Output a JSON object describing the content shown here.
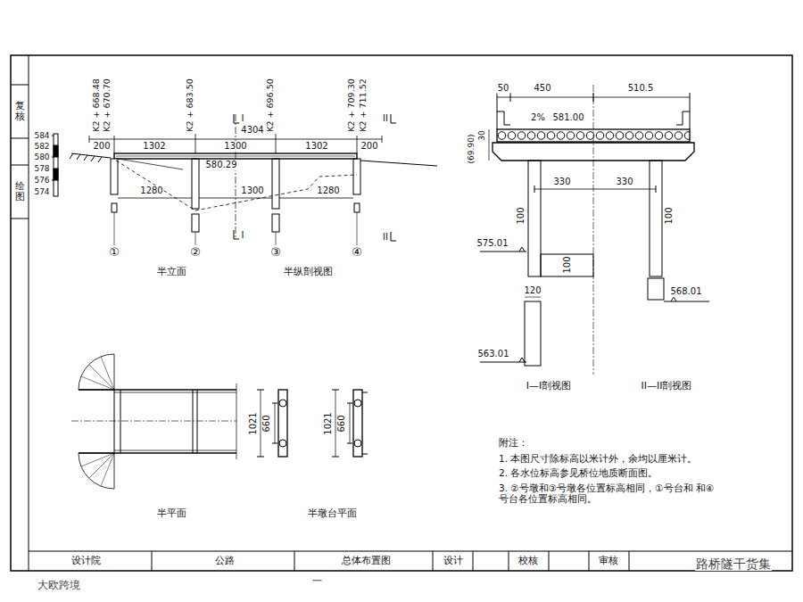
{
  "diagram": {
    "labels": [
      "K2 + 668.48",
      "K2 + 670.70",
      "K2 + 683.50",
      "K2 + 696.50",
      "K2 + 709.30",
      "K2 + 711.52",
      "I",
      "4304",
      "II",
      "200",
      "1302",
      "1300",
      "1302",
      "200",
      "584",
      "582",
      "580",
      "578",
      "576",
      "574",
      "580.29",
      "1280",
      "1300",
      "1280",
      "I",
      "II",
      "①",
      "②",
      "③",
      "④",
      "半立面",
      "半纵剖视图",
      "50",
      "450",
      "510.5",
      "2%",
      "581.00",
      "30",
      "(69.90)",
      "330",
      "330",
      "100",
      "100",
      "575.01",
      "100",
      "120",
      "568.01",
      "563.01",
      "I—I剖视图",
      "II—II剖视图",
      "1021",
      "660",
      "1021",
      "660",
      "半平面",
      "半墩台平面",
      "附注：",
      "1. 本图尺寸除标高以米计外，余均以厘米计。",
      "2. 各水位标高参见桥位地质断面图。",
      "3. ②号墩和③号墩各位置标高相同，①号台和 和④号台各位置标高相同。",
      "设计院",
      "公路",
      "总体布置图",
      "设计",
      "校核",
      "审核",
      "复核",
      "绘图",
      "路桥隧干货集",
      "大欧跨境",
      "一"
    ]
  }
}
